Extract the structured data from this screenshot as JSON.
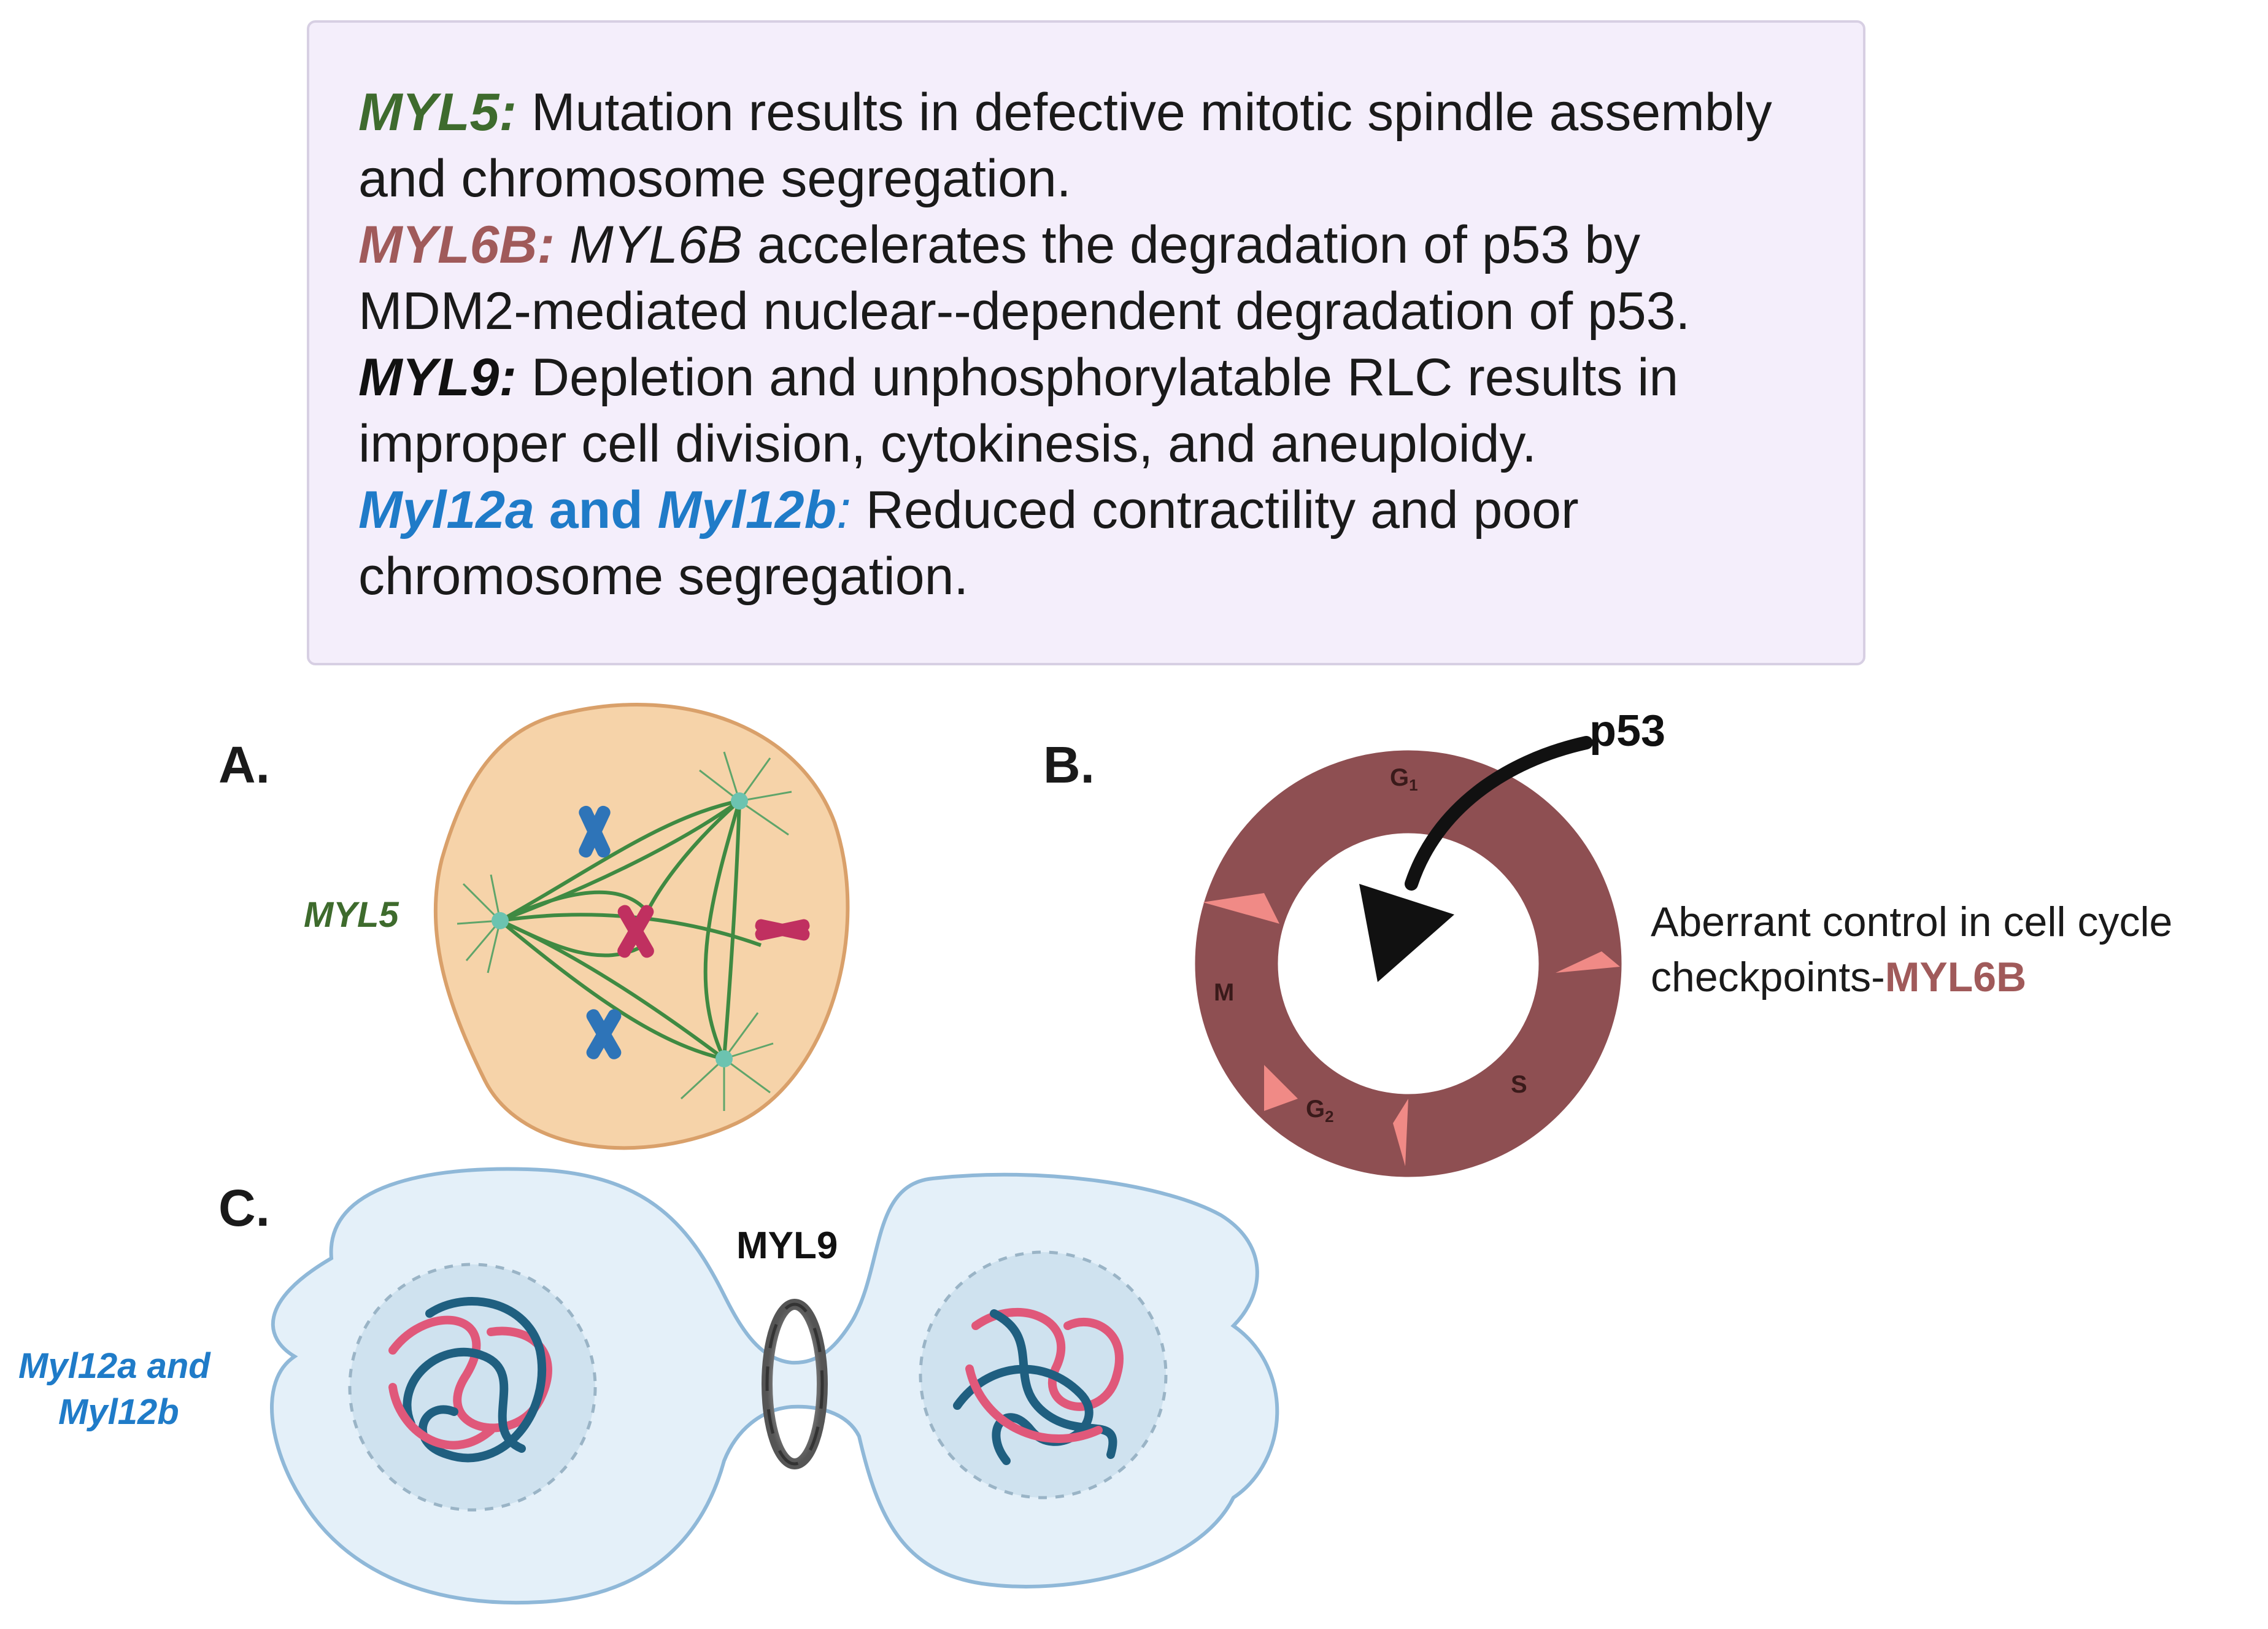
{
  "info_box": {
    "paragraphs": [
      {
        "gene": "MYL5",
        "colon": ":",
        "text_line1": " Mutation results in defective mitotic spindle assembly",
        "text_line2": "and chromosome segregation.",
        "color": "#3e6b2d"
      },
      {
        "gene": "MYL6B",
        "colon": ":",
        "gene_inline": " MYL6B",
        "text_line1": " accelerates the degradation of p53 by",
        "text_line2": "MDM2-mediated nuclear--dependent degradation of p53.",
        "color": "#a05a5a"
      },
      {
        "gene": "MYL9",
        "colon": ":",
        "text_line1": " Depletion and unphosphorylatable RLC results in",
        "text_line2": "improper cell division, cytokinesis, and aneuploidy.",
        "color": "#111111"
      },
      {
        "gene_a": "Myl12a",
        "and": " and ",
        "gene_b": "Myl12b",
        "colon": ":",
        "text_line1": " Reduced contractility and poor",
        "text_line2": "chromosome segregation.",
        "color": "#1f7bc8"
      }
    ]
  },
  "panels": {
    "a": {
      "label": "A.",
      "gene_label": "MYL5"
    },
    "b": {
      "label": "B.",
      "p53_label": "p53",
      "phases": {
        "g1": "G",
        "g1_sub": "1",
        "s": "S",
        "g2": "G",
        "g2_sub": "2",
        "m": "M"
      },
      "caption_line1": "Aberrant control in cell cycle",
      "caption_line2_prefix": "checkpoints-",
      "caption_line2_gene": "MYL6B"
    },
    "c": {
      "label": "C.",
      "ring_label": "MYL9",
      "gene_label_line1": "Myl12a and",
      "gene_label_line2": "Myl12b"
    }
  },
  "colors": {
    "myl5": "#3e6b2d",
    "myl6b": "#a05a5a",
    "myl12": "#1f7bc8",
    "box_bg": "#f4eefb",
    "box_border": "#d7cfe3",
    "cell_a": "#f6d3a9",
    "spindle": "#3f8a42",
    "ring": "#8e4f52",
    "ring_notch": "#f08a86",
    "cell_c": "#e4f0f9",
    "nucleus_c": "#cfe2ef",
    "dna_blue": "#1f5f80",
    "dna_pink": "#e0587a"
  }
}
